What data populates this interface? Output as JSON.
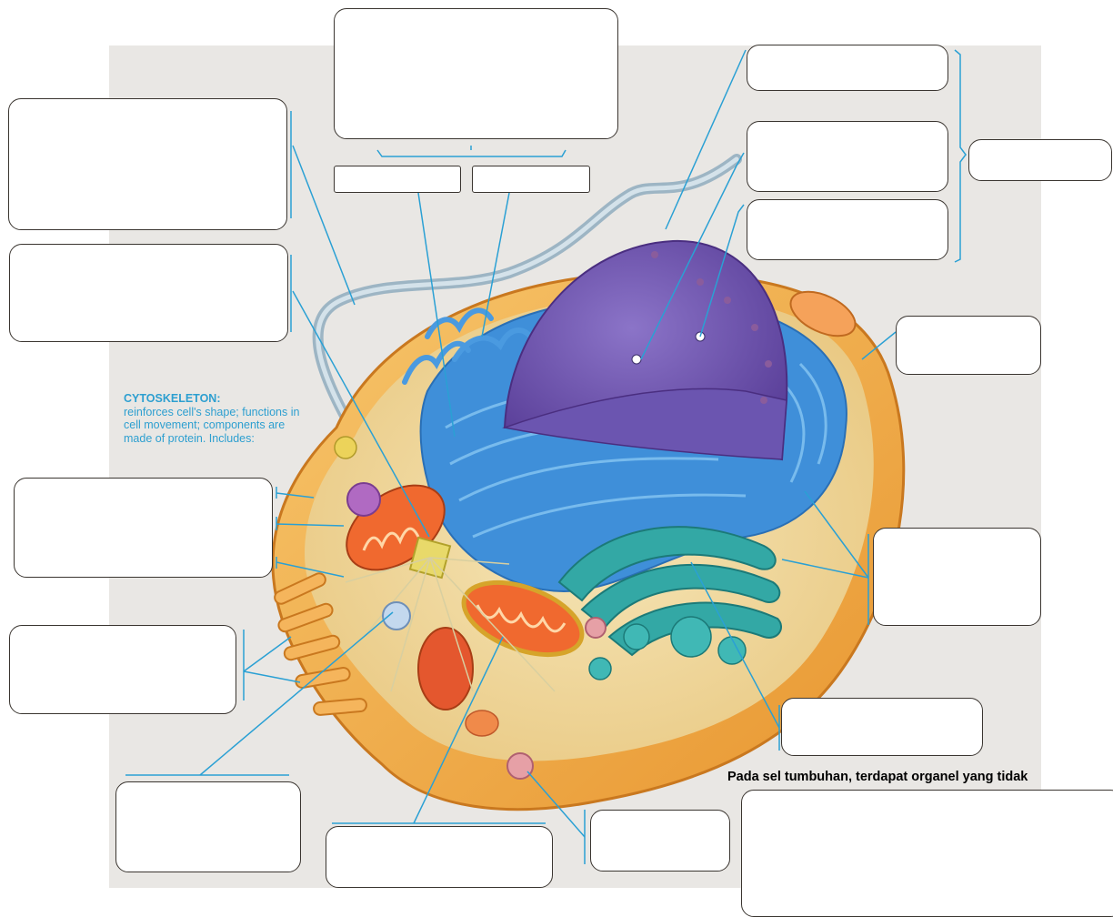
{
  "cytoskeleton": {
    "title": "CYTOSKELETON:",
    "desc": "reinforces cell's shape; functions in cell movement; components are made of protein. Includes:"
  },
  "note": "Pada sel tumbuhan, terdapat organel yang tidak",
  "colors": {
    "background_panel": "#e9e7e4",
    "cell_outer": "#f0a73c",
    "cytoplasm": "#f2dfa8",
    "er": "#3e8fd8",
    "nucleus": "#7a5fb6",
    "golgi": "#2fa3a3",
    "mitochondria": "#e4572e",
    "label_lines": "#2aa0d4"
  }
}
